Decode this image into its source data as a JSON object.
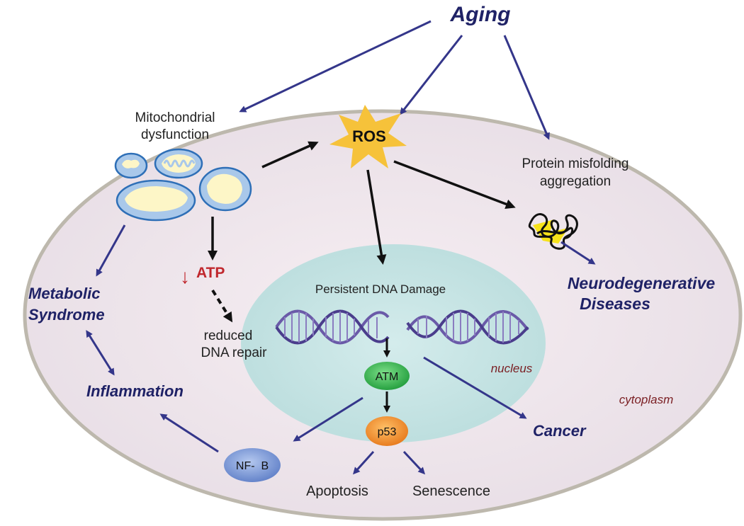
{
  "title": "Aging",
  "labels": {
    "mito": [
      "Mitochondrial",
      "dysfunction"
    ],
    "ros": "ROS",
    "protein": [
      "Protein misfolding",
      "aggregation"
    ],
    "atp": "ATP",
    "atp_arrow": "↓",
    "repair": [
      "reduced",
      "DNA repair"
    ],
    "dna_damage": "Persistent DNA Damage",
    "atm": "ATM",
    "p53": "p53",
    "nfkb": "NF-  B",
    "apoptosis": "Apoptosis",
    "senescence": "Senescence",
    "nucleus": "nucleus",
    "cytoplasm": "cytoplasm"
  },
  "outcomes": {
    "metabolic": [
      "Metabolic",
      "Syndrome"
    ],
    "inflammation": "Inflammation",
    "neuro": [
      "Neurodegenerative",
      "Diseases"
    ],
    "cancer": "Cancer"
  },
  "colors": {
    "navy_arrow": "#34368a",
    "black_arrow": "#111111",
    "cell_fill": "#efe6ec",
    "cell_stroke": "#bdb8ad",
    "nucleus_fill": "#c8e4e4",
    "ros_star": "#f6c23a",
    "atm": "#2db84a",
    "p53": "#f08a1c",
    "nfkb": "#7b9ad6",
    "mito_fill": "#fdf6c7",
    "mito_stroke": "#2e6fb7",
    "atp_red": "#c0272d"
  }
}
